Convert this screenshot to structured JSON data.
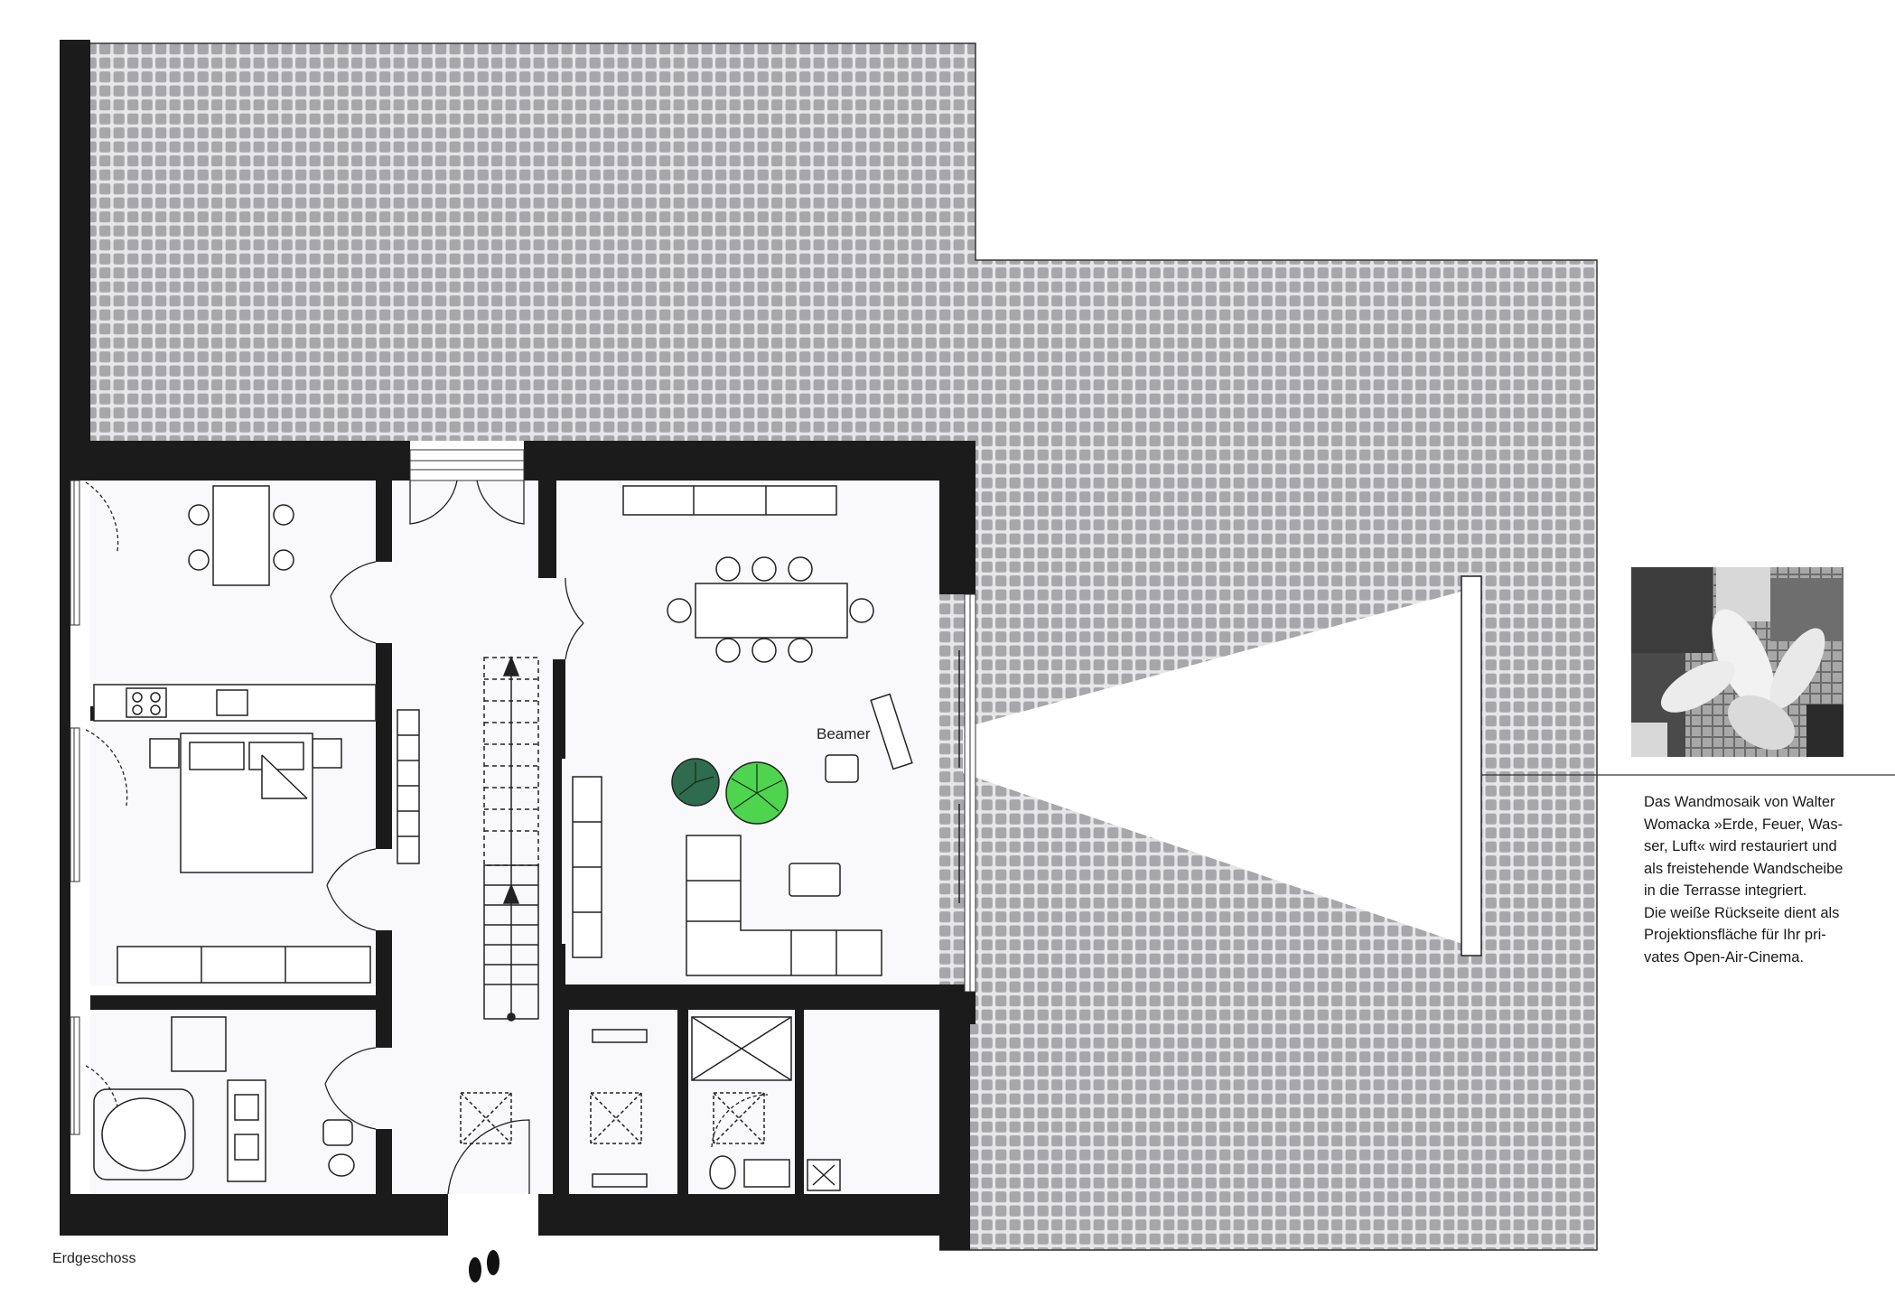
{
  "floor_label": "Erdgeschoss",
  "beamer_label": "Beamer",
  "caption": {
    "lines": [
      "Das Wandmosaik von Walter",
      "Womacka »Erde, Feuer, Was-",
      "ser, Luft« wird restauriert und",
      "als freistehende Wandscheibe",
      "in die Terrasse integriert.",
      "Die weiße Rückseite dient als",
      "Projektionsfläche für Ihr pri-",
      "vates  Open-Air-Cinema."
    ]
  },
  "colors": {
    "wall": "#1b1b1b",
    "tile": "#a9a9ad",
    "tile_gap": "#ececee",
    "room_floor": "#fafafc",
    "plant_green": "#4fd44f",
    "plant_dark": "#2e6b4f"
  }
}
